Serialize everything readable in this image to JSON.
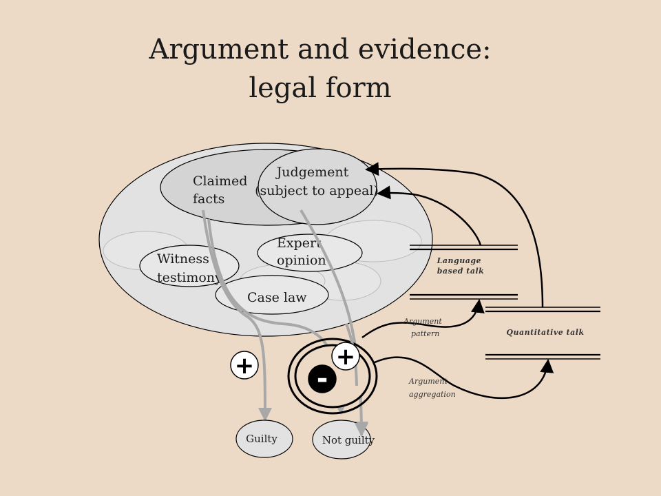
{
  "title": {
    "line1": "Argument and evidence:",
    "line2": "legal form"
  },
  "diagram": {
    "claimed_facts": [
      "Claimed",
      "facts"
    ],
    "judgement": [
      "Judgement",
      "(subject to appeal)"
    ],
    "expert_opinion": [
      "Expert",
      "opinion"
    ],
    "witness_testimony": [
      "Witness",
      "testimony"
    ],
    "case_law": "Case law",
    "language_based_talk": [
      "Language",
      "based talk"
    ],
    "quantitative_talk": "Quantitative talk",
    "argument_pattern": [
      "Argument",
      "pattern"
    ],
    "argument_aggregation": [
      "Argument",
      "aggregation"
    ],
    "plus_left": "+",
    "plus_right": "+",
    "minus": "-",
    "guilty": "Guilty",
    "not_guilty": "Not guilty"
  },
  "colors": {
    "background": "#ecd9c6",
    "big_ellipse": "#e2e2e2",
    "inner_ellipse": "#e8e8e8",
    "gray_arrow": "#a8a8a8",
    "black": "#000000"
  }
}
